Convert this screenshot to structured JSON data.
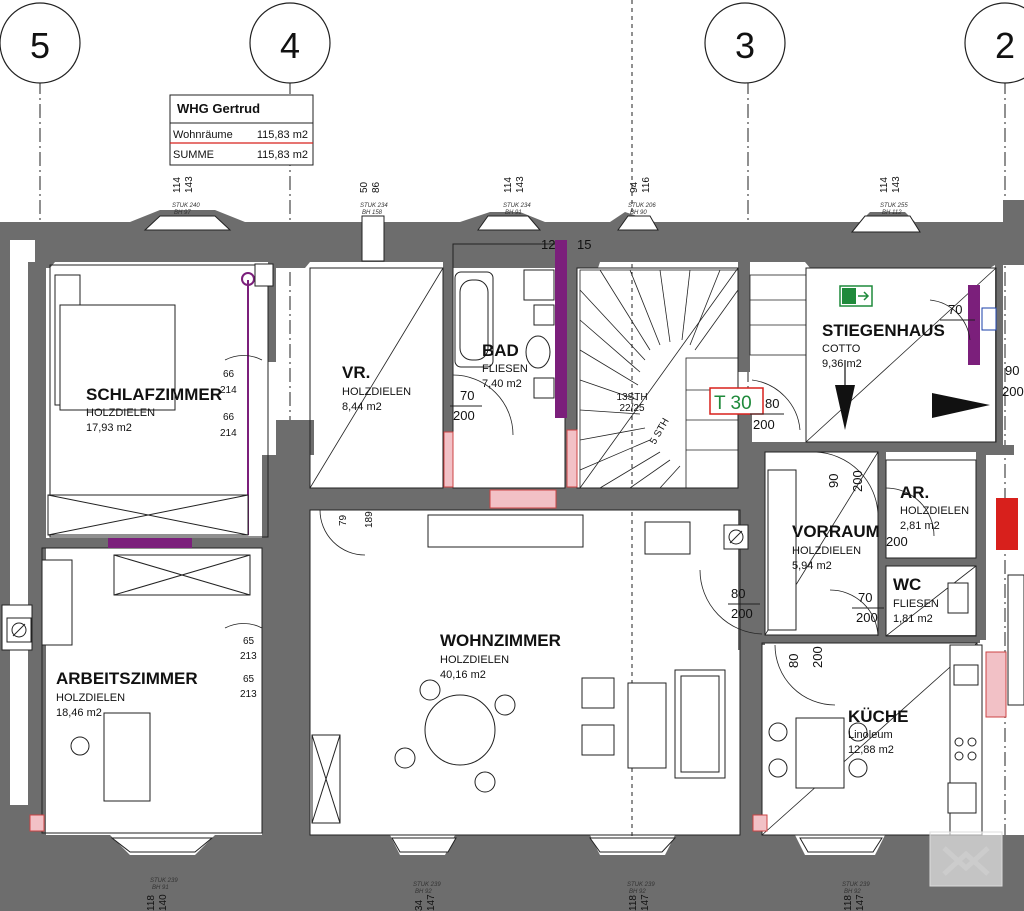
{
  "axes": [
    "5",
    "4",
    "3",
    "2"
  ],
  "legend": {
    "title": "WHG Gertrud",
    "rows": [
      {
        "label": "Wohnräume",
        "value": "115,83 m2"
      },
      {
        "label": "SUMME",
        "value": "115,83 m2"
      }
    ]
  },
  "rooms": {
    "schlafzimmer": {
      "name": "SCHLAFZIMMER",
      "floor": "HOLZDIELEN",
      "area": "17,93 m2"
    },
    "vr": {
      "name": "VR.",
      "floor": "HOLZDIELEN",
      "area": "8,44 m2"
    },
    "bad": {
      "name": "BAD",
      "floor": "FLIESEN",
      "area": "7,40 m2"
    },
    "stiegenhaus": {
      "name": "STIEGENHAUS",
      "floor": "COTTO",
      "area": "9,36 m2"
    },
    "arbeitszimmer": {
      "name": "ARBEITSZIMMER",
      "floor": "HOLZDIELEN",
      "area": "18,46 m2"
    },
    "wohnzimmer": {
      "name": "WOHNZIMMER",
      "floor": "HOLZDIELEN",
      "area": "40,16 m2"
    },
    "vorraum": {
      "name": "VORRAUM",
      "floor": "HOLZDIELEN",
      "area": "5,94 m2"
    },
    "ar": {
      "name": "AR.",
      "floor": "HOLZDIELEN",
      "area": "2,81 m2"
    },
    "wc": {
      "name": "WC",
      "floor": "FLIESEN",
      "area": "1,81 m2"
    },
    "kueche": {
      "name": "KÜCHE",
      "floor": "Linoleum",
      "area": "12,88 m2"
    }
  },
  "fire_door": "T 30",
  "stairs": {
    "label_main": "13STH",
    "label_main_sub": "22/25",
    "label_side": "5 STH"
  },
  "door_dims": {
    "bad": [
      "70",
      "200"
    ],
    "t30": [
      "80",
      "200"
    ],
    "stiegenhaus": [
      "70"
    ],
    "vorraum_top": [
      "90",
      "200"
    ],
    "vorraum_left": [
      "80",
      "200"
    ],
    "vorraum_ar": [
      "200"
    ],
    "wc": [
      "70",
      "200"
    ],
    "kueche": [
      "80",
      "200"
    ],
    "right_edge": [
      "90",
      "200"
    ],
    "wohn_top": [
      "79",
      "189"
    ],
    "bad_top": [
      "12",
      "15"
    ]
  },
  "window_dims": {
    "top": [
      {
        "a": "114",
        "b": "143",
        "note": "STUK 240",
        "note2": "BH 97"
      },
      {
        "a": "50",
        "b": "86",
        "note": "STUK 234",
        "note2": "BH 158"
      },
      {
        "a": "114",
        "b": "143",
        "note": "STUK 234",
        "note2": "BH 91"
      },
      {
        "a": "94",
        "b": "116",
        "note": "STUK 206",
        "note2": "BH 90"
      },
      {
        "a": "114",
        "b": "143",
        "note": "STUK 255",
        "note2": "BH 112"
      }
    ],
    "bottom": [
      {
        "a": "118",
        "b": "140",
        "note": "STUK 239",
        "note2": "BH 91"
      },
      {
        "a": "34",
        "b": "147",
        "note": "STUK 239",
        "note2": "BH 92"
      },
      {
        "a": "118",
        "b": "147",
        "note": "STUK 239",
        "note2": "BH 92"
      },
      {
        "a": "118",
        "b": "147",
        "note": "STUK 239",
        "note2": "BH 92"
      }
    ],
    "side": [
      {
        "a": "66",
        "b": "214"
      },
      {
        "a": "66",
        "b": "214"
      },
      {
        "a": "65",
        "b": "213"
      },
      {
        "a": "65",
        "b": "213"
      }
    ]
  },
  "colors": {
    "wall": "#6d6d6d",
    "pink": "#f2c1c6",
    "purple": "#7b1f7b",
    "red": "#d8201c",
    "exit_green": "#1f8a3b"
  },
  "icons": [
    "exit-sign-icon",
    "smoke-detector-icon",
    "compass-logo-icon"
  ]
}
